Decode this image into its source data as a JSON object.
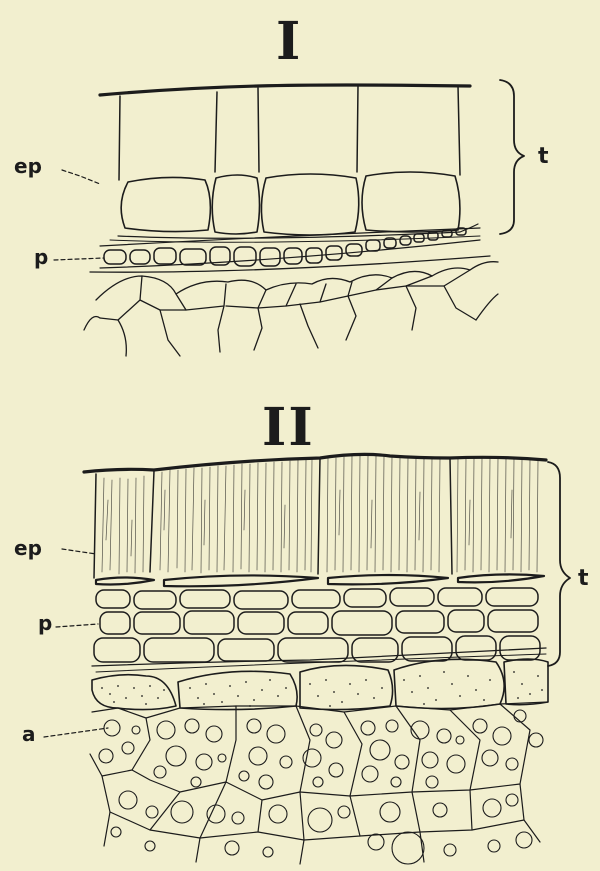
{
  "figures": [
    {
      "numeral": "I",
      "labels": {
        "ep": "ep",
        "p": "p",
        "t": "t"
      }
    },
    {
      "numeral": "II",
      "labels": {
        "ep": "ep",
        "p": "p",
        "t": "t",
        "a": "a"
      }
    }
  ],
  "colors": {
    "ink": "#1c1c1c",
    "paper": "#f2efcf"
  }
}
